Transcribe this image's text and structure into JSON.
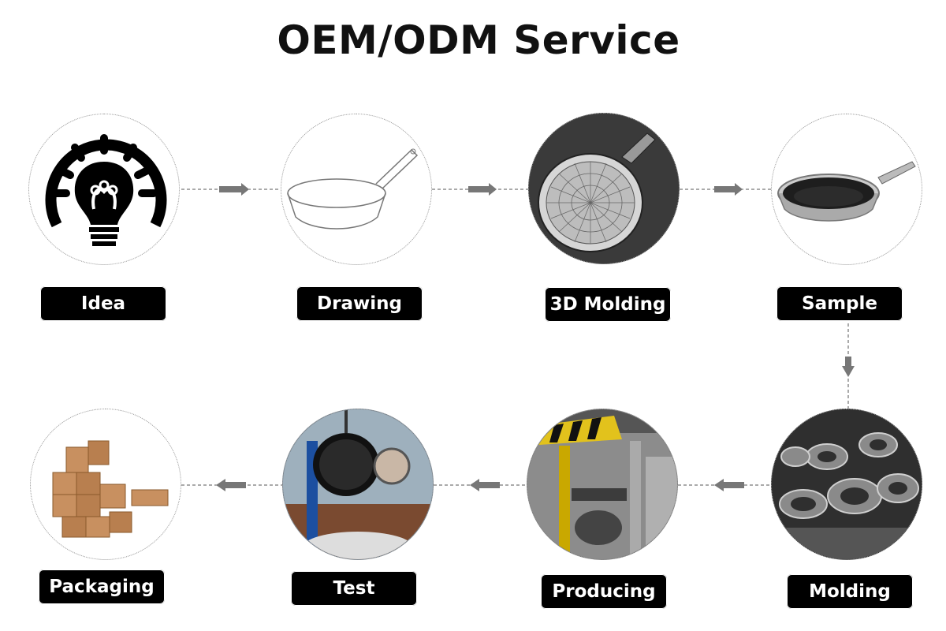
{
  "title": "OEM/ODM Service",
  "steps": [
    {
      "label": "Idea"
    },
    {
      "label": "Drawing"
    },
    {
      "label": "3D Molding"
    },
    {
      "label": "Sample"
    },
    {
      "label": "Molding"
    },
    {
      "label": "Producing"
    },
    {
      "label": "Test"
    },
    {
      "label": "Packaging"
    }
  ]
}
